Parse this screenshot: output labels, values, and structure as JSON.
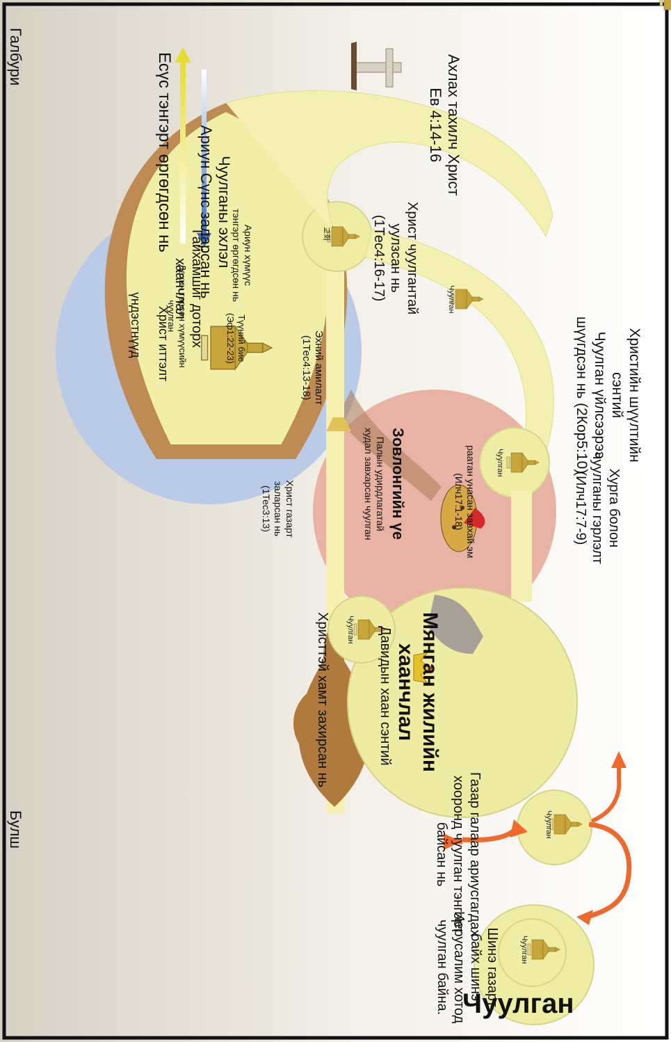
{
  "title": "Чуулган",
  "church_label": "Чуулган",
  "church_label_korean": "교회",
  "labels": {
    "ascension": "Есүс тэнгэрт өргөгдсөн нь",
    "beginning": [
      "Чуулганы эхлэл",
      "Ариун Сүнс заларсан нь"
    ],
    "high_priest": [
      "Ахлах тахилч Христ",
      "Ев 4:14-16"
    ],
    "meets_church": [
      "Христ чуулгантай",
      "уулзсан нь",
      "(1Тес4:16-17)"
    ],
    "judgment_seat": [
      "Христийн шүүлтийн",
      "сэнтий",
      "Чуулган үйлсээрээ",
      "шүүгдсэн нь (2Кор5:10)"
    ],
    "marriage": [
      "Хурга болон",
      "чуулганы гэрлэлт",
      "(Илч17:7-9)"
    ],
    "second_coming": [
      "Христ газарт",
      "заларсан нь",
      "(1Тес3:13)"
    ],
    "first_resurrection": [
      "Эхний амилалт",
      "(1Тес4:13-18)"
    ],
    "saints_raised": [
      "Ариун хүмүүс",
      "тэнгэрт өргөгдсөн нь"
    ],
    "tribulation": "Зовлонгийн үе",
    "tribulation_desc": [
      "Палын удирдлагатай",
      "худал завхарсан чуулган"
    ],
    "harlot": [
      "раатан унасан завхай эм",
      "(Илч17:1-18)"
    ],
    "millennium_reign": [
      "Христтэй хамт захирсан нь"
    ],
    "david_throne": "Давидын хаан сэнтий",
    "millennium": [
      "Мянган жилийн",
      "хаанчлал"
    ],
    "separation": [
      "Газар галаар ариусгагдах",
      "хооронд чуулган тэнгэрт",
      "байсан нь"
    ],
    "new_jerusalem": [
      "Шинэ газарт",
      "байх шинэ",
      "Иерусалим хотод",
      "чуулган байна."
    ],
    "mystery_kingdom": [
      "Гайхамшиг доторх",
      "хаанчлал"
    ],
    "his_body": [
      "Түүний бие",
      "(Эф1:22-23)"
    ],
    "born_again": [
      "Дахин төрсөн хүмүүсийн",
      "чуулган"
    ],
    "christendom": "Христ иттэлт",
    "nations": "үндэстнүүд",
    "calvary": "Галбури",
    "abyss": "Булш"
  },
  "colors": {
    "church_circle": "#efeca3",
    "nations_circle": "#b7c9e4",
    "tribulation_circle": "#e8b2a4",
    "christendom_band": "#bd8a52",
    "abyss": "#b17a3c",
    "future_arrow": "#ef6a2c",
    "gold_arrow": "#e0a52a",
    "blue_arrow": "#4c74b8",
    "yellow_arrow": "#e9e04a"
  },
  "icons": [
    "church-building-icon",
    "crown-icon",
    "cross-icon",
    "rock-mountain-icon",
    "beast-rider-icon"
  ]
}
